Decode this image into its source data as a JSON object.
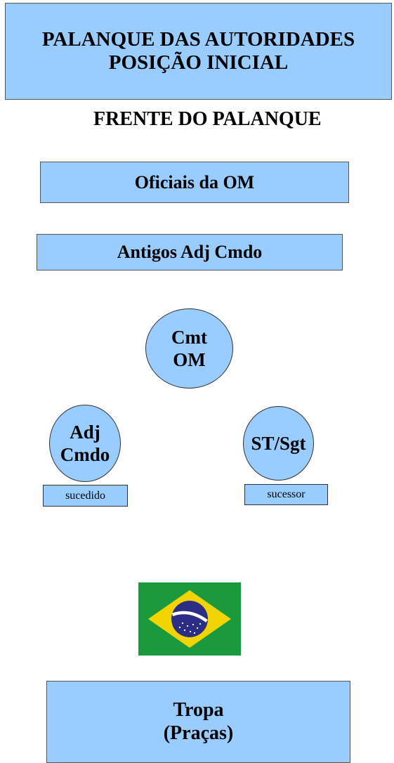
{
  "title": {
    "line1": "PALANQUE DAS AUTORIDADES",
    "line2": "POSIÇÃO INICIAL"
  },
  "front_heading": "FRENTE DO PALANQUE",
  "boxes": {
    "officers": "Oficiais da OM",
    "former_adj": "Antigos Adj Cmdo",
    "troop": {
      "line1": "Tropa",
      "line2": "(Praças)"
    }
  },
  "circles": {
    "cmt": {
      "line1": "Cmt",
      "line2": "OM"
    },
    "adj": {
      "line1": "Adj",
      "line2": "Cmdo"
    },
    "stsgt": {
      "line1": "ST/Sgt"
    }
  },
  "tags": {
    "left": "sucedido",
    "right": "sucessor"
  },
  "flag_icon": "brazil-flag-icon",
  "colors": {
    "box_fill": "#99ccff",
    "flag_green": "#1a9a3c",
    "flag_yellow": "#f2d400",
    "flag_blue": "#2b2e84"
  }
}
